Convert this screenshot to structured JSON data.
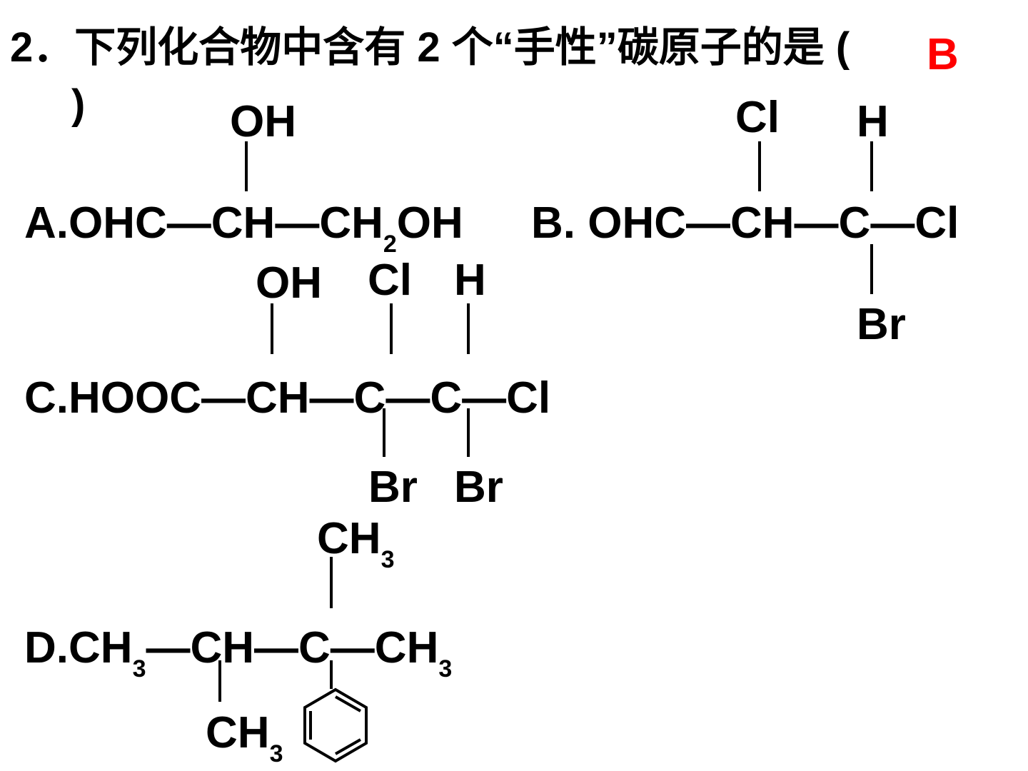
{
  "question": {
    "text": "2．下列化合物中含有 2 个“手性”碳原子的是 (",
    "close_paren": ")",
    "answer": "B"
  },
  "optionA": {
    "oh": "OH",
    "main_prefix": "A.OHC—CH—CH",
    "sub": "2",
    "main_suffix": "OH"
  },
  "optionB": {
    "cl": "Cl",
    "h": "H",
    "main": "B. OHC—CH—C—Cl",
    "br": "Br"
  },
  "optionC": {
    "oh": "OH",
    "cl": "Cl",
    "h": "H",
    "main": "C.HOOC—CH—C—C—Cl",
    "br1": "Br",
    "br2": "Br"
  },
  "optionD": {
    "top_ch": "CH",
    "top_sub": "3",
    "main_p1": "D.CH",
    "main_s1": "3",
    "main_p2": "—CH—C—CH",
    "main_s2": "3",
    "bottom_ch": "CH",
    "bottom_sub": "3"
  }
}
